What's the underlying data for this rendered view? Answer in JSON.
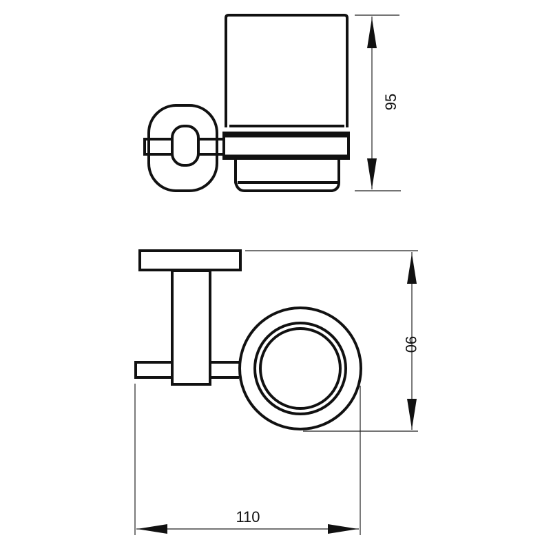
{
  "drawing": {
    "side_view": {
      "height_dimension": "95"
    },
    "top_view": {
      "depth_dimension": "90",
      "width_dimension": "110"
    },
    "line_color": "#111111",
    "background_color": "#ffffff"
  }
}
